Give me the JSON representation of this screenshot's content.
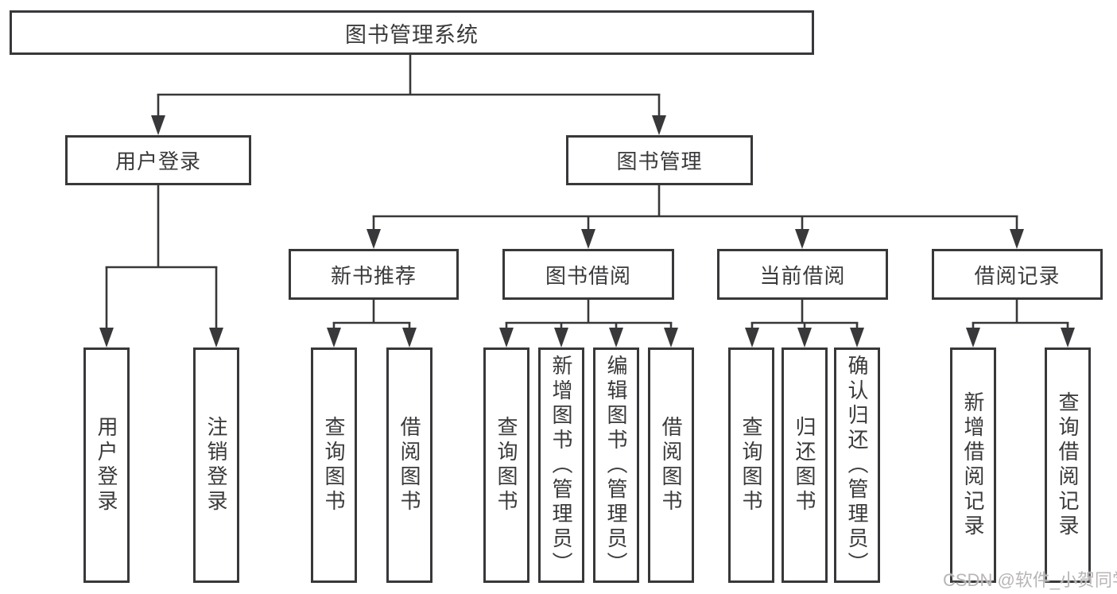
{
  "diagram": {
    "type": "functional-structure-tree",
    "tree": {
      "label": "图书管理系统",
      "children": [
        {
          "label": "用户登录",
          "children": [
            {
              "label": "用户登录"
            },
            {
              "label": "注销登录"
            }
          ]
        },
        {
          "label": "图书管理",
          "children": [
            {
              "label": "新书推荐",
              "children": [
                {
                  "label": "查询图书"
                },
                {
                  "label": "借阅图书"
                }
              ]
            },
            {
              "label": "图书借阅",
              "children": [
                {
                  "label": "查询图书"
                },
                {
                  "label": "新增图书（管理员）"
                },
                {
                  "label": "编辑图书（管理员）"
                },
                {
                  "label": "借阅图书"
                }
              ]
            },
            {
              "label": "当前借阅",
              "children": [
                {
                  "label": "查询图书"
                },
                {
                  "label": "归还图书"
                },
                {
                  "label": "确认归还（管理员）"
                }
              ]
            },
            {
              "label": "借阅记录",
              "children": [
                {
                  "label": "新增借阅记录"
                },
                {
                  "label": "查询借阅记录"
                }
              ]
            }
          ]
        }
      ]
    },
    "colors": {
      "line": "#38383b",
      "text": "#3a3a3c",
      "background": "#ffffff",
      "watermark": "#b9b5b5"
    }
  },
  "watermark": "CSDN @软件_小贺同学"
}
